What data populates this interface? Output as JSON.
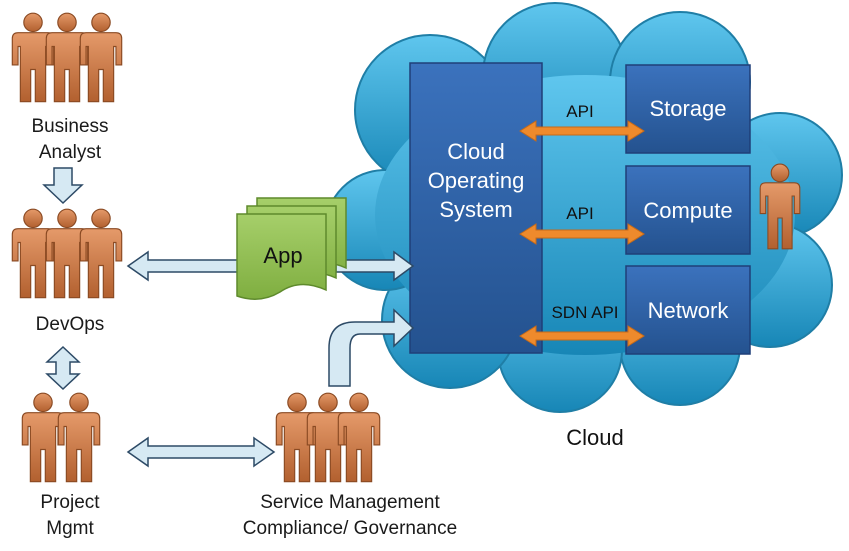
{
  "groups": {
    "business_analyst": [
      "Business",
      "Analyst"
    ],
    "devops": "DevOps",
    "project_mgmt": [
      "Project",
      "Mgmt"
    ],
    "service_mgmt": [
      "Service Management",
      "Compliance/ Governance"
    ]
  },
  "app": {
    "label": "App"
  },
  "cloud": {
    "label": "Cloud",
    "os_label": [
      "Cloud",
      "Operating",
      "System"
    ],
    "services": [
      {
        "label": "Storage",
        "api": "API"
      },
      {
        "label": "Compute",
        "api": "API"
      },
      {
        "label": "Network",
        "api": "SDN API"
      }
    ]
  },
  "colors": {
    "cloud_fill": "#29a7d6",
    "cloud_edge": "#1f7ea6",
    "box_fill": "#2d5fa8",
    "box_edge": "#1f3f78",
    "api_arrow": "#ee8a2c",
    "person_fill": "#c8784a",
    "person_edge": "#8a4a23",
    "app_fill": "#8dbb4e",
    "app_edge": "#5e8a2c",
    "flow_arrow": "#d6e9f3",
    "flow_edge": "#2d4a66"
  },
  "icons": [
    "person-icon",
    "app-document-icon",
    "cloud-shape"
  ]
}
